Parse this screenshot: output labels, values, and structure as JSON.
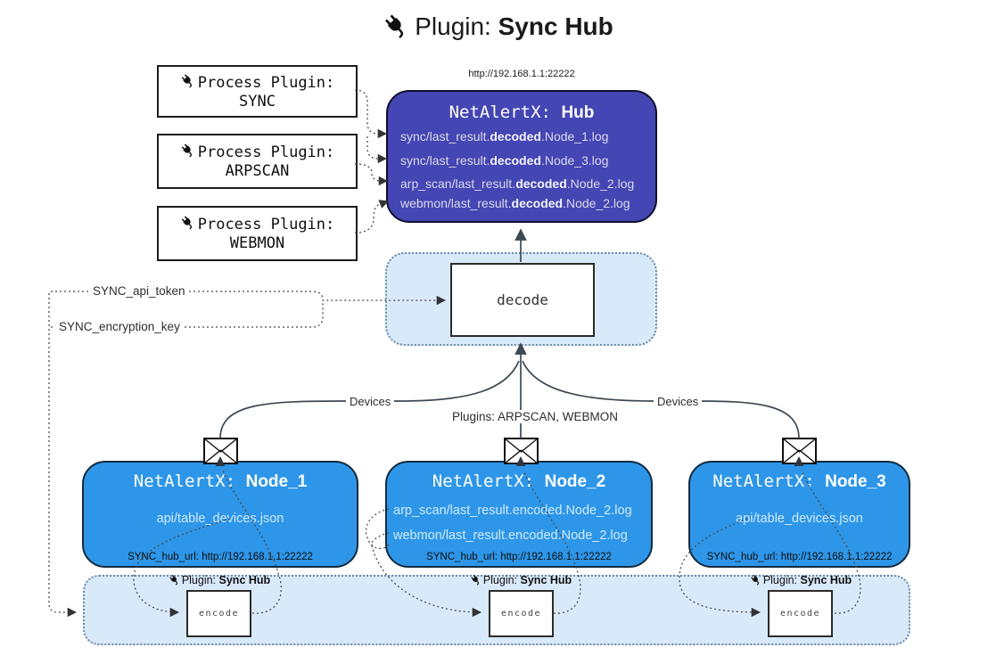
{
  "title": {
    "prefix": "Plugin: ",
    "name": "Sync Hub"
  },
  "process_plugins": [
    {
      "line1": "Process Plugin:",
      "name": "SYNC"
    },
    {
      "line1": "Process Plugin:",
      "name": "ARPSCAN"
    },
    {
      "line1": "Process Plugin:",
      "name": "WEBMON"
    }
  ],
  "hub": {
    "url": "http://192.168.1.1:22222",
    "title_prefix": "NetAlertX: ",
    "title_name": "Hub",
    "logs": [
      {
        "pre": "sync/last_result.",
        "bold": "decoded",
        "post": ".Node_1.log"
      },
      {
        "pre": "sync/last_result.",
        "bold": "decoded",
        "post": ".Node_3.log"
      },
      {
        "pre": "arp_scan/last_result.",
        "bold": "decoded",
        "post": ".Node_2.log"
      },
      {
        "pre": "webmon/last_result.",
        "bold": "decoded",
        "post": ".Node_2.log"
      }
    ]
  },
  "decode": {
    "label": "decode"
  },
  "settings": {
    "api_token": "SYNC_api_token",
    "encryption_key": "SYNC_encryption_key"
  },
  "edge_labels": {
    "devices_left": "Devices",
    "devices_right": "Devices",
    "plugins_center": "Plugins: ARPSCAN, WEBMON"
  },
  "nodes": [
    {
      "title_prefix": "NetAlertX: ",
      "title_name": "Node_1",
      "lines": [
        "api/table_devices.json"
      ],
      "hub_url": "SYNC_hub_url: http://192.168.1.1:22222"
    },
    {
      "title_prefix": "NetAlertX: ",
      "title_name": "Node_2",
      "lines": [
        "arp_scan/last_result.encoded.Node_2.log",
        "webmon/last_result.encoded.Node_2.log"
      ],
      "hub_url": "SYNC_hub_url: http://192.168.1.1:22222"
    },
    {
      "title_prefix": "NetAlertX: ",
      "title_name": "Node_3",
      "lines": [
        "api/table_devices.json"
      ],
      "hub_url": "SYNC_hub_url: http://192.168.1.1:22222"
    }
  ],
  "band": {
    "plugin_prefix": "Plugin: ",
    "plugin_name": "Sync Hub",
    "encode_label": "encode"
  },
  "icons": {
    "plug": "plug-icon",
    "envelope": "envelope-icon"
  },
  "colors": {
    "hub_fill": "#4446b4",
    "node_fill": "#2e96e8",
    "container_fill": "#d8e9fa",
    "container_border": "#6d8ba3",
    "box_border": "#1c1c1c",
    "connector": "#3d4852",
    "dotted_connector": "#4a4a4a"
  }
}
